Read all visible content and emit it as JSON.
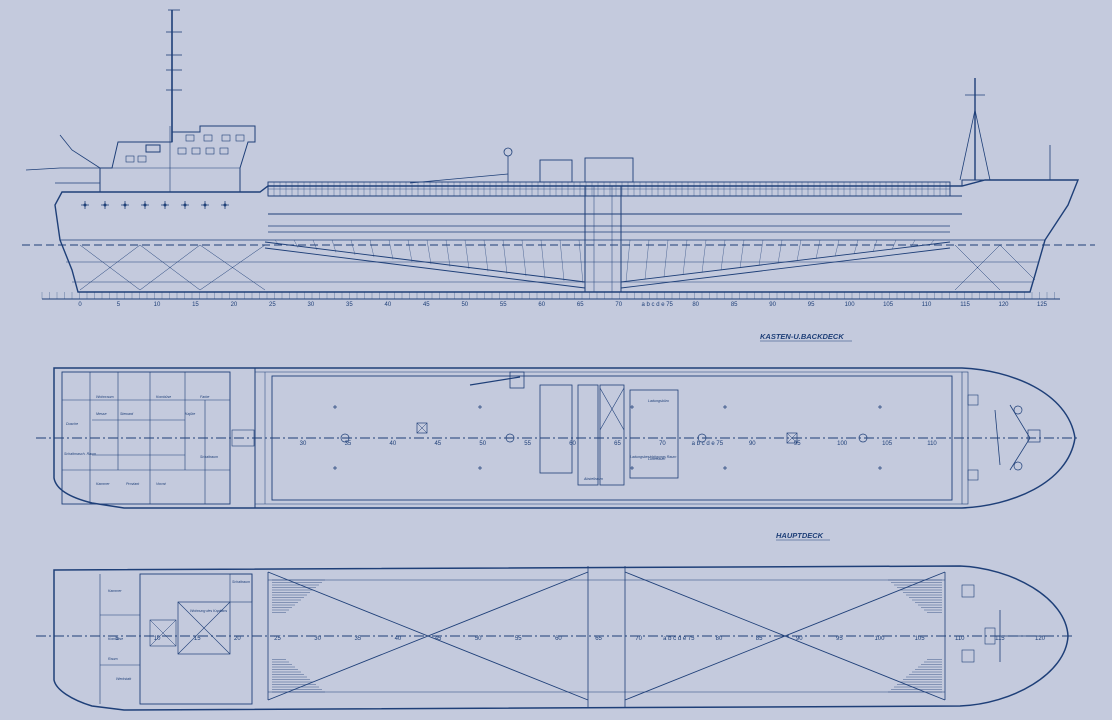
{
  "drawing": {
    "colors": {
      "background": "#c4cadd",
      "ink": "#1e3f78",
      "paper": "#ffffff"
    },
    "labels": {
      "kasten_backdeck": "KASTEN-U.BACKDECK",
      "hauptdeck": "HAUPTDECK"
    },
    "frame_marks": {
      "profile": [
        "0",
        "5",
        "10",
        "15",
        "20",
        "25",
        "30",
        "35",
        "40",
        "45",
        "50",
        "55",
        "60",
        "65",
        "70",
        "a b c d e 75",
        "80",
        "85",
        "90",
        "95",
        "100",
        "105",
        "110",
        "115",
        "120",
        "125"
      ],
      "upper_deck": [
        "30",
        "35",
        "40",
        "45",
        "50",
        "55",
        "60",
        "65",
        "70",
        "a b c d e 75",
        "90",
        "95",
        "100",
        "105",
        "110"
      ],
      "main_deck": [
        "5",
        "10",
        "15",
        "20",
        "25",
        "30",
        "35",
        "40",
        "45",
        "50",
        "55",
        "60",
        "65",
        "70",
        "a b c d e 75",
        "80",
        "85",
        "90",
        "95",
        "100",
        "105",
        "110",
        "115",
        "120"
      ]
    },
    "room_labels": {
      "upper": [
        "Schaltmasch. Raum",
        "Wohnraum",
        "Kombüse",
        "Messe",
        "Steward",
        "Dusche",
        "Proviant",
        "Vorrat",
        "Schaltraum",
        "Kajüte",
        "Kammer",
        "Ladungsbüro",
        "Ladungsbesichtigungs Raum",
        "Lüfterraum",
        "Abstellraum",
        "Farbe"
      ],
      "main": [
        "Wohnung des Kapitäns",
        "Kammer",
        "Kombüse",
        "Werkstatt",
        "Raum",
        "Schaltraum"
      ]
    }
  }
}
